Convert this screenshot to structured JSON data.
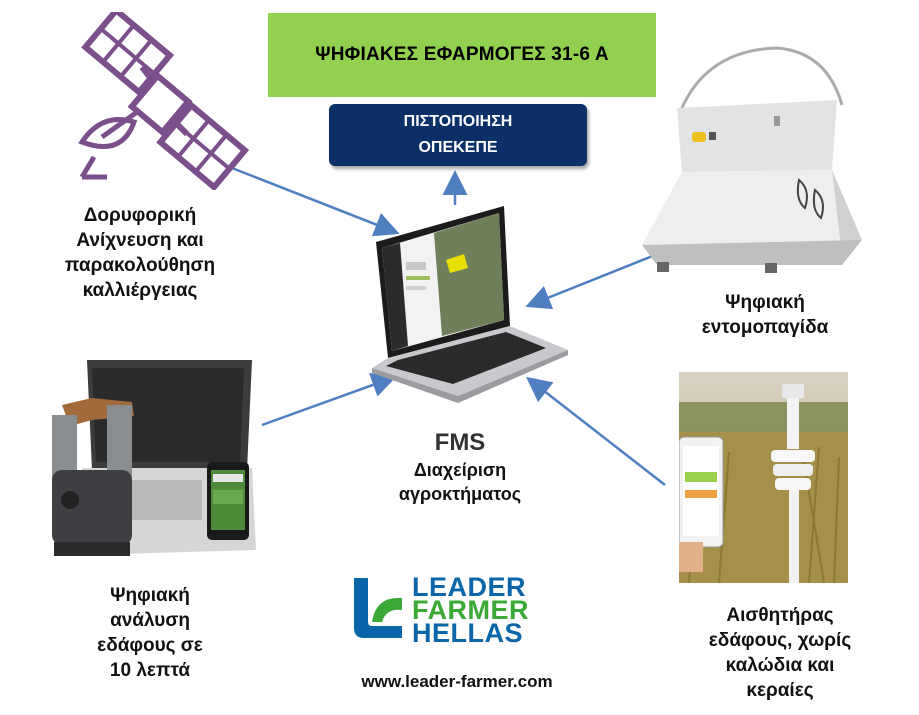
{
  "title": "ΨΗΦΙΑΚΕΣ ΕΦΑΡΜΟΓΕΣ 31-6 Α",
  "certification": {
    "line1": "ΠΙΣΤΟΠΟΙΗΣΗ",
    "line2": "ΟΠΕΚΕΠΕ"
  },
  "center": {
    "name": "FMS",
    "desc_line1": "Διαχείριση",
    "desc_line2": "αγροκτήματος"
  },
  "satellite": {
    "lines": [
      "Δορυφορική",
      "Ανίχνευση και",
      "παρακολούθηση",
      "καλλιέργειας"
    ]
  },
  "trap": {
    "lines": [
      "Ψηφιακή",
      "εντομοπαγίδα"
    ]
  },
  "soil_analysis": {
    "lines": [
      "Ψηφιακή",
      "ανάλυση",
      "εδάφους σε",
      "10 λεπτά"
    ]
  },
  "soil_sensor": {
    "lines": [
      "Αισθητήρας",
      "εδάφους, χωρίς",
      "καλώδια και",
      "κεραίες"
    ]
  },
  "logo": {
    "word1": "LEADER",
    "word2": "FARMER",
    "word3": "HELLAS"
  },
  "website": "www.leader-farmer.com",
  "colors": {
    "title_bg": "#92d050",
    "cert_bg": "#0b2f67",
    "arrow": "#4f7fc0",
    "satellite": "#7b4f8c",
    "logo_blue": "#0a66a8",
    "logo_green": "#3aa935"
  }
}
